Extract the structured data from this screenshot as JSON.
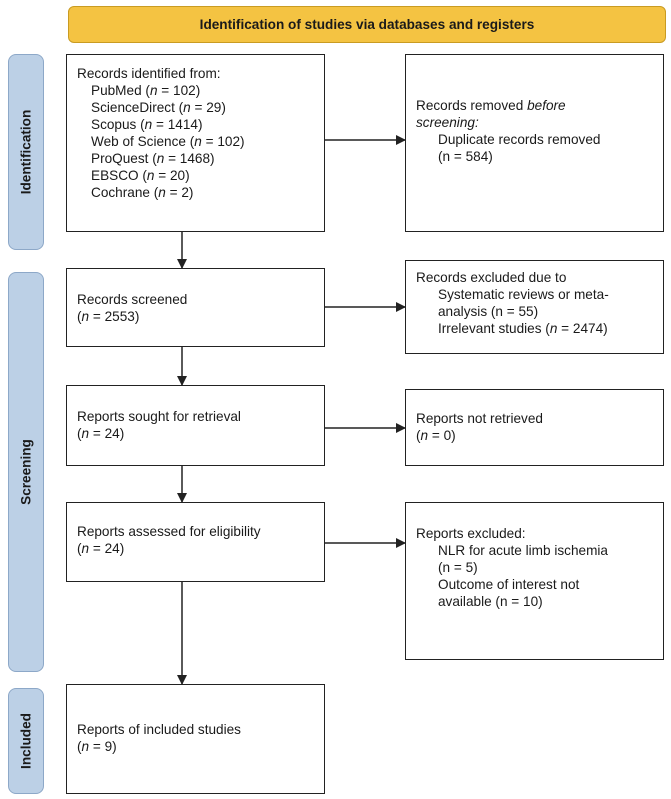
{
  "header": {
    "title": "Identification of studies via databases and registers"
  },
  "phases": {
    "identification": "Identification",
    "screening": "Screening",
    "included": "Included"
  },
  "identified": {
    "heading": "Records identified from:",
    "sources": [
      {
        "name": "PubMed",
        "n": "102"
      },
      {
        "name": "ScienceDirect",
        "n": "29"
      },
      {
        "name": "Scopus",
        "n": "1414"
      },
      {
        "name": "Web of Science",
        "n": "102"
      },
      {
        "name": "ProQuest",
        "n": "1468"
      },
      {
        "name": "EBSCO",
        "n": "20"
      },
      {
        "name": "Cochrane",
        "n": "2"
      }
    ]
  },
  "removed": {
    "line1": "Records removed",
    "line1_italic": "before",
    "line2": "screening",
    "line3": "Duplicate records removed",
    "line4": "(n = 584)"
  },
  "screened": {
    "title": "Records screened",
    "n": "2553"
  },
  "excluded_screen": {
    "title": "Records excluded due to",
    "item1_a": "Systematic reviews or meta-",
    "item1_b": "analysis (n = 55)",
    "item2": "Irrelevant studies",
    "item2_n": "2474"
  },
  "sought": {
    "title": "Reports sought for retrieval",
    "n": "24"
  },
  "not_retrieved": {
    "title": "Reports not retrieved",
    "n": "0"
  },
  "assessed": {
    "title": "Reports assessed for eligibility",
    "n": "24"
  },
  "reports_excluded": {
    "title": "Reports excluded:",
    "item1": "NLR for acute limb ischemia",
    "item1_n": "(n = 5)",
    "item2_a": "Outcome of interest not",
    "item2_b": "available (n = 10)"
  },
  "included": {
    "title": "Reports of included studies",
    "n": "9"
  },
  "colors": {
    "header_fill": "#f4c342",
    "phase_fill": "#bcd0e6",
    "line": "#222222"
  }
}
